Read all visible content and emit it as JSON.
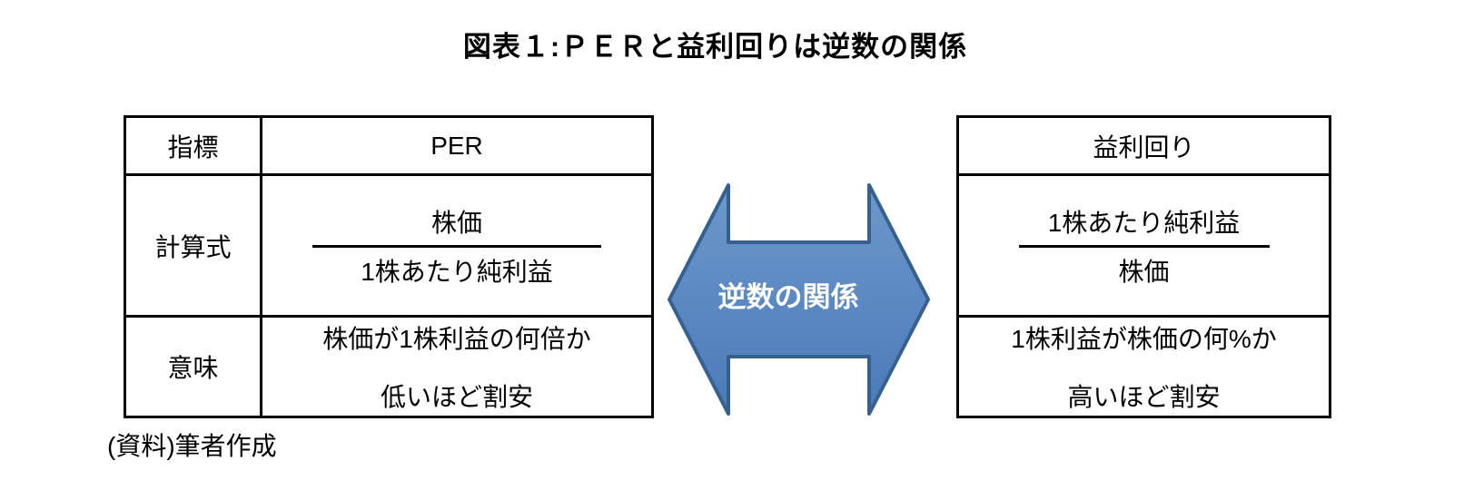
{
  "title": "図表１:ＰＥＲと益利回りは逆数の関係",
  "left_table": {
    "indicator_label": "指標",
    "indicator_value": "PER",
    "formula_label": "計算式",
    "formula_numerator": "株価",
    "formula_denominator": "1株あたり純利益",
    "meaning_label": "意味",
    "meaning_line1": "株価が1株利益の何倍か",
    "meaning_line2": "低いほど割安"
  },
  "arrow": {
    "label": "逆数の関係",
    "gradient_top": "#6d98cc",
    "gradient_bottom": "#4a7ab8",
    "border": "#36608f"
  },
  "right_table": {
    "indicator_value": "益利回り",
    "formula_numerator": "1株あたり純利益",
    "formula_denominator": "株価",
    "meaning_line1": "1株利益が株価の何%か",
    "meaning_line2": "高いほど割安"
  },
  "footer": "(資料)筆者作成"
}
